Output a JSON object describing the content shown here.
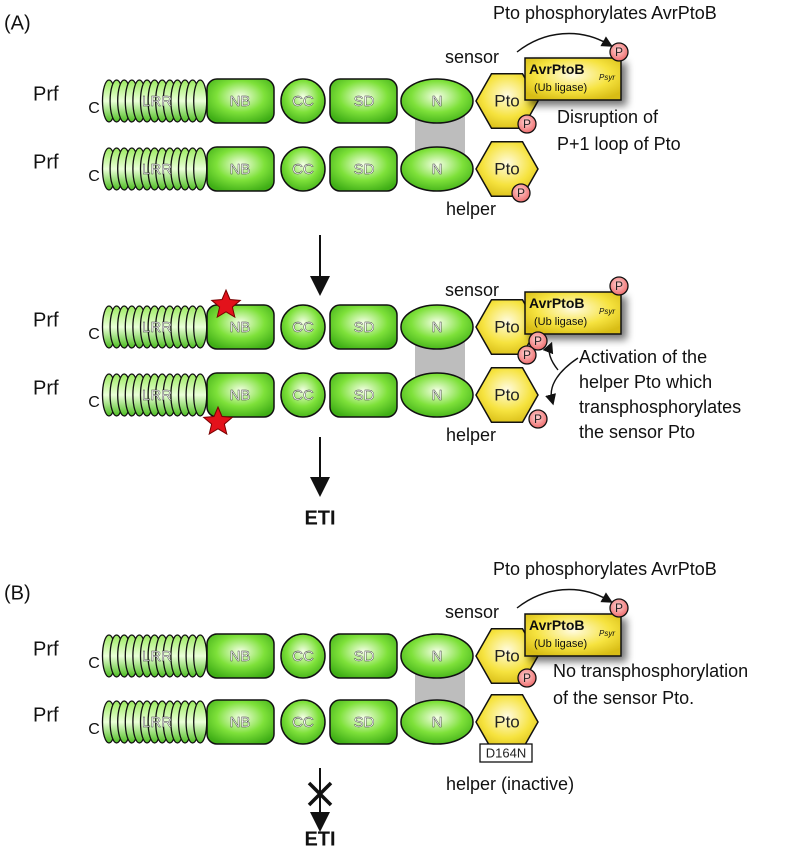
{
  "panelA": {
    "label": "(A)",
    "prf": "Prf",
    "cterm": "C",
    "domains": {
      "lrr": "LRR",
      "nb": "NB",
      "cc": "CC",
      "sd": "SD",
      "n": "N"
    },
    "pto": "Pto",
    "p": "P",
    "effector": {
      "name": "AvrPtoB",
      "sub": "Psyr",
      "note": "(Ub ligase)"
    },
    "top_caption": "Pto phosphorylates AvrPtoB",
    "sensor": "sensor",
    "helper": "helper",
    "disruption": [
      "Disruption of",
      "P+1 loop of Pto"
    ],
    "activation": [
      "Activation of the",
      "helper Pto which",
      "transphosphorylates",
      "the sensor Pto"
    ],
    "eti": "ETI"
  },
  "panelB": {
    "label": "(B)",
    "top_caption": "Pto phosphorylates AvrPtoB",
    "sensor": "sensor",
    "mutation": "D164N",
    "helper": "helper (inactive)",
    "no_trans": [
      "No transphosphorylation",
      "of the sensor Pto."
    ],
    "eti": "ETI"
  }
}
